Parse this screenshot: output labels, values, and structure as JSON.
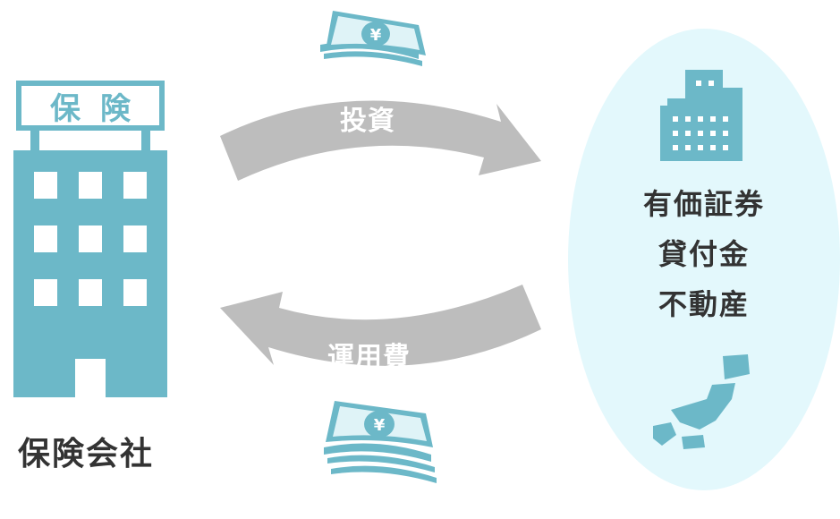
{
  "company": {
    "sign_text": "保険",
    "caption": "保険会社"
  },
  "flows": {
    "invest_label": "投資",
    "return_label": "運用費"
  },
  "targets": {
    "items": [
      "有価証券",
      "貸付金",
      "不動産"
    ]
  },
  "currency_symbol": "¥",
  "colors": {
    "building": "#6cb8c8",
    "arrow": "#bdbdbd",
    "ellipse": "#e3f8fc",
    "text": "#333333"
  }
}
